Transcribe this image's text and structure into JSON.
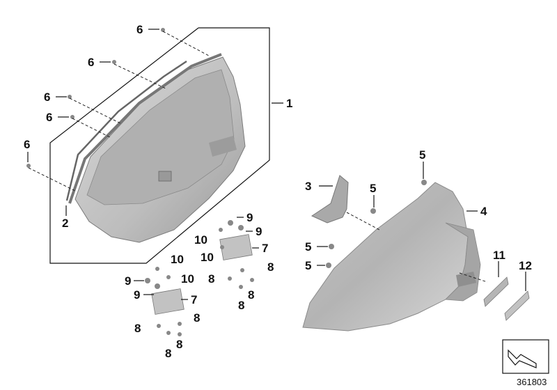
{
  "callouts": {
    "c1": "1",
    "c2": "2",
    "c3": "3",
    "c4": "4",
    "c5a": "5",
    "c5b": "5",
    "c5c": "5",
    "c5d": "5",
    "c6a": "6",
    "c6b": "6",
    "c6c": "6",
    "c6d": "6",
    "c6e": "6",
    "c7a": "7",
    "c7b": "7",
    "c8a": "8",
    "c8b": "8",
    "c8c": "8",
    "c8d": "8",
    "c8e": "8",
    "c8f": "8",
    "c8g": "8",
    "c8h": "8",
    "c9a": "9",
    "c9b": "9",
    "c9c": "9",
    "c9d": "9",
    "c10a": "10",
    "c10b": "10",
    "c10c": "10",
    "c10d": "10",
    "c11": "11",
    "c12": "12"
  },
  "diagram_id": "361803",
  "colors": {
    "part_fill": "#c9c9c9",
    "part_shade": "#a9a9a9",
    "part_dark": "#8c8c8c",
    "line": "#111111"
  }
}
